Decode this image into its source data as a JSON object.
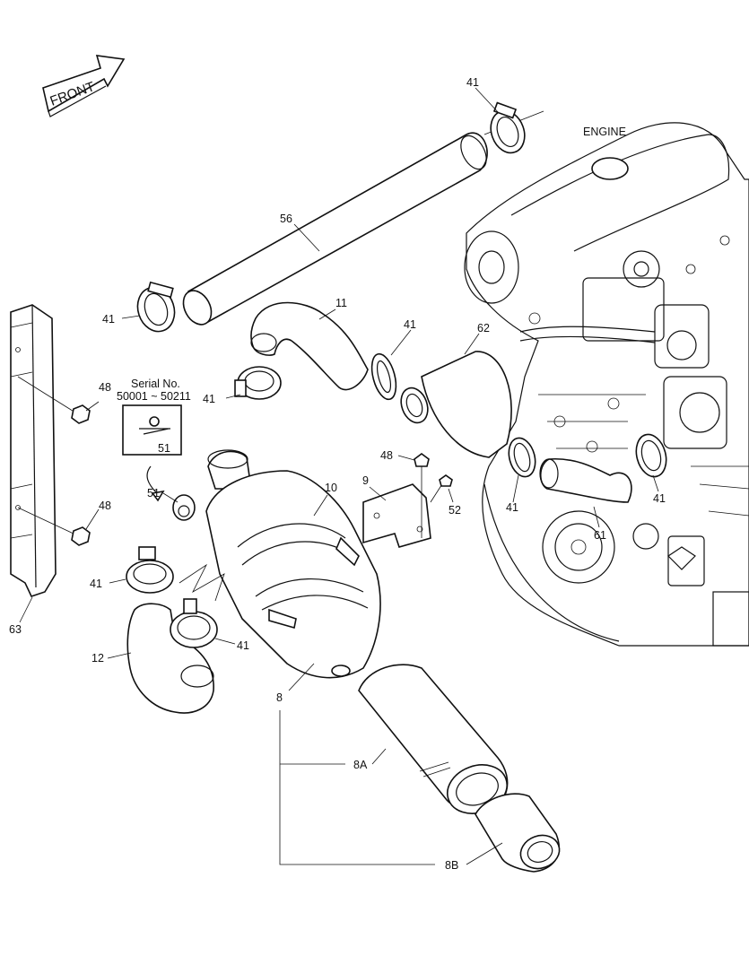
{
  "direction_label": "FRONT",
  "engine_label": "ENGINE",
  "serial_box": {
    "line1": "Serial No.",
    "line2": "50001 ~ 50211",
    "part": "51"
  },
  "callouts": {
    "c41_top": "41",
    "c56": "56",
    "c41_left_pipe": "41",
    "c11": "11",
    "c41_upper_hose": "41",
    "c41_mid": "41",
    "c62": "62",
    "c48_top": "48",
    "c48_rail_top": "48",
    "c48_rail_bottom": "48",
    "c51": "51",
    "c10": "10",
    "c9": "9",
    "c52": "52",
    "c41_right_a": "41",
    "c41_right_b": "41",
    "c61": "61",
    "c41_lower_left": "41",
    "c41_lower_right": "41",
    "c63": "63",
    "c12": "12",
    "c8": "8",
    "c8A": "8A",
    "c8B": "8B"
  }
}
